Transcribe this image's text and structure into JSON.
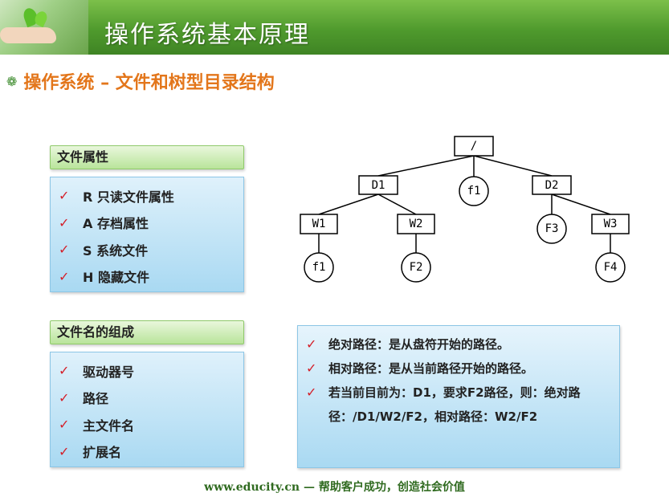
{
  "header": {
    "title": "操作系统基本原理"
  },
  "subtitle": {
    "bullet_icon": "gear-flower-icon",
    "text": "操作系统 – 文件和树型目录结构"
  },
  "attributes": {
    "title": "文件属性",
    "items": [
      "R 只读文件属性",
      "A 存档属性",
      "S 系统文件",
      "H 隐藏文件"
    ]
  },
  "filename": {
    "title": "文件名的组成",
    "items": [
      "驱动器号",
      "路径",
      "主文件名",
      "扩展名"
    ]
  },
  "tree": {
    "root": "/",
    "d1": "D1",
    "f1_top": "f1",
    "d2": "D2",
    "w1": "W1",
    "w2": "W2",
    "f3": "F3",
    "w3": "W3",
    "f1_leaf": "f1",
    "f2": "F2",
    "f4": "F4"
  },
  "paths": {
    "lines": [
      "绝对路径：是从盘符开始的路径。",
      "相对路径：是从当前路径开始的路径。",
      "若当前目前为：D1，要求F2路径，则：绝对路径：/D1/W2/F2，相对路径：W2/F2"
    ]
  },
  "footer": {
    "text": "www.educity.cn — 帮助客户成功，创造社会价值"
  },
  "colors": {
    "header_green": "#4f9a2d",
    "subtitle_orange": "#e3761b",
    "check_red": "#d4202a"
  }
}
